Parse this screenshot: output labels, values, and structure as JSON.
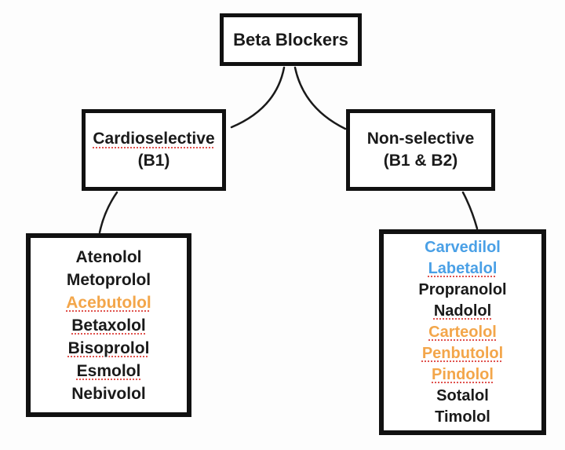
{
  "title": {
    "label": "Beta Blockers"
  },
  "categories": {
    "left": {
      "line1": "Cardioselective",
      "line2": "(B1)"
    },
    "right": {
      "line1": "Non-selective",
      "line2": "(B1 & B2)"
    }
  },
  "drug_lists": {
    "cardioselective": [
      {
        "name": "Atenolol",
        "color": "#1a1a1a",
        "underline": false
      },
      {
        "name": "Metoprolol",
        "color": "#1a1a1a",
        "underline": false
      },
      {
        "name": "Acebutolol",
        "color": "#F3A64A",
        "underline": true
      },
      {
        "name": "Betaxolol",
        "color": "#1a1a1a",
        "underline": true
      },
      {
        "name": "Bisoprolol",
        "color": "#1a1a1a",
        "underline": true
      },
      {
        "name": "Esmolol",
        "color": "#1a1a1a",
        "underline": true
      },
      {
        "name": "Nebivolol",
        "color": "#1a1a1a",
        "underline": false
      }
    ],
    "nonselective": [
      {
        "name": "Carvedilol",
        "color": "#4AA0E6",
        "underline": false
      },
      {
        "name": "Labetalol",
        "color": "#4AA0E6",
        "underline": true
      },
      {
        "name": "Propranolol",
        "color": "#1a1a1a",
        "underline": false
      },
      {
        "name": "Nadolol",
        "color": "#1a1a1a",
        "underline": true
      },
      {
        "name": "Carteolol",
        "color": "#F3A64A",
        "underline": true
      },
      {
        "name": "Penbutolol",
        "color": "#F3A64A",
        "underline": true
      },
      {
        "name": "Pindolol",
        "color": "#F3A64A",
        "underline": true
      },
      {
        "name": "Sotalol",
        "color": "#1a1a1a",
        "underline": false
      },
      {
        "name": "Timolol",
        "color": "#1a1a1a",
        "underline": false
      }
    ]
  },
  "colors": {
    "accent_orange": "#F3A64A",
    "accent_blue": "#4AA0E6",
    "squiggle_red": "#E0524E",
    "box_border": "#111111"
  }
}
